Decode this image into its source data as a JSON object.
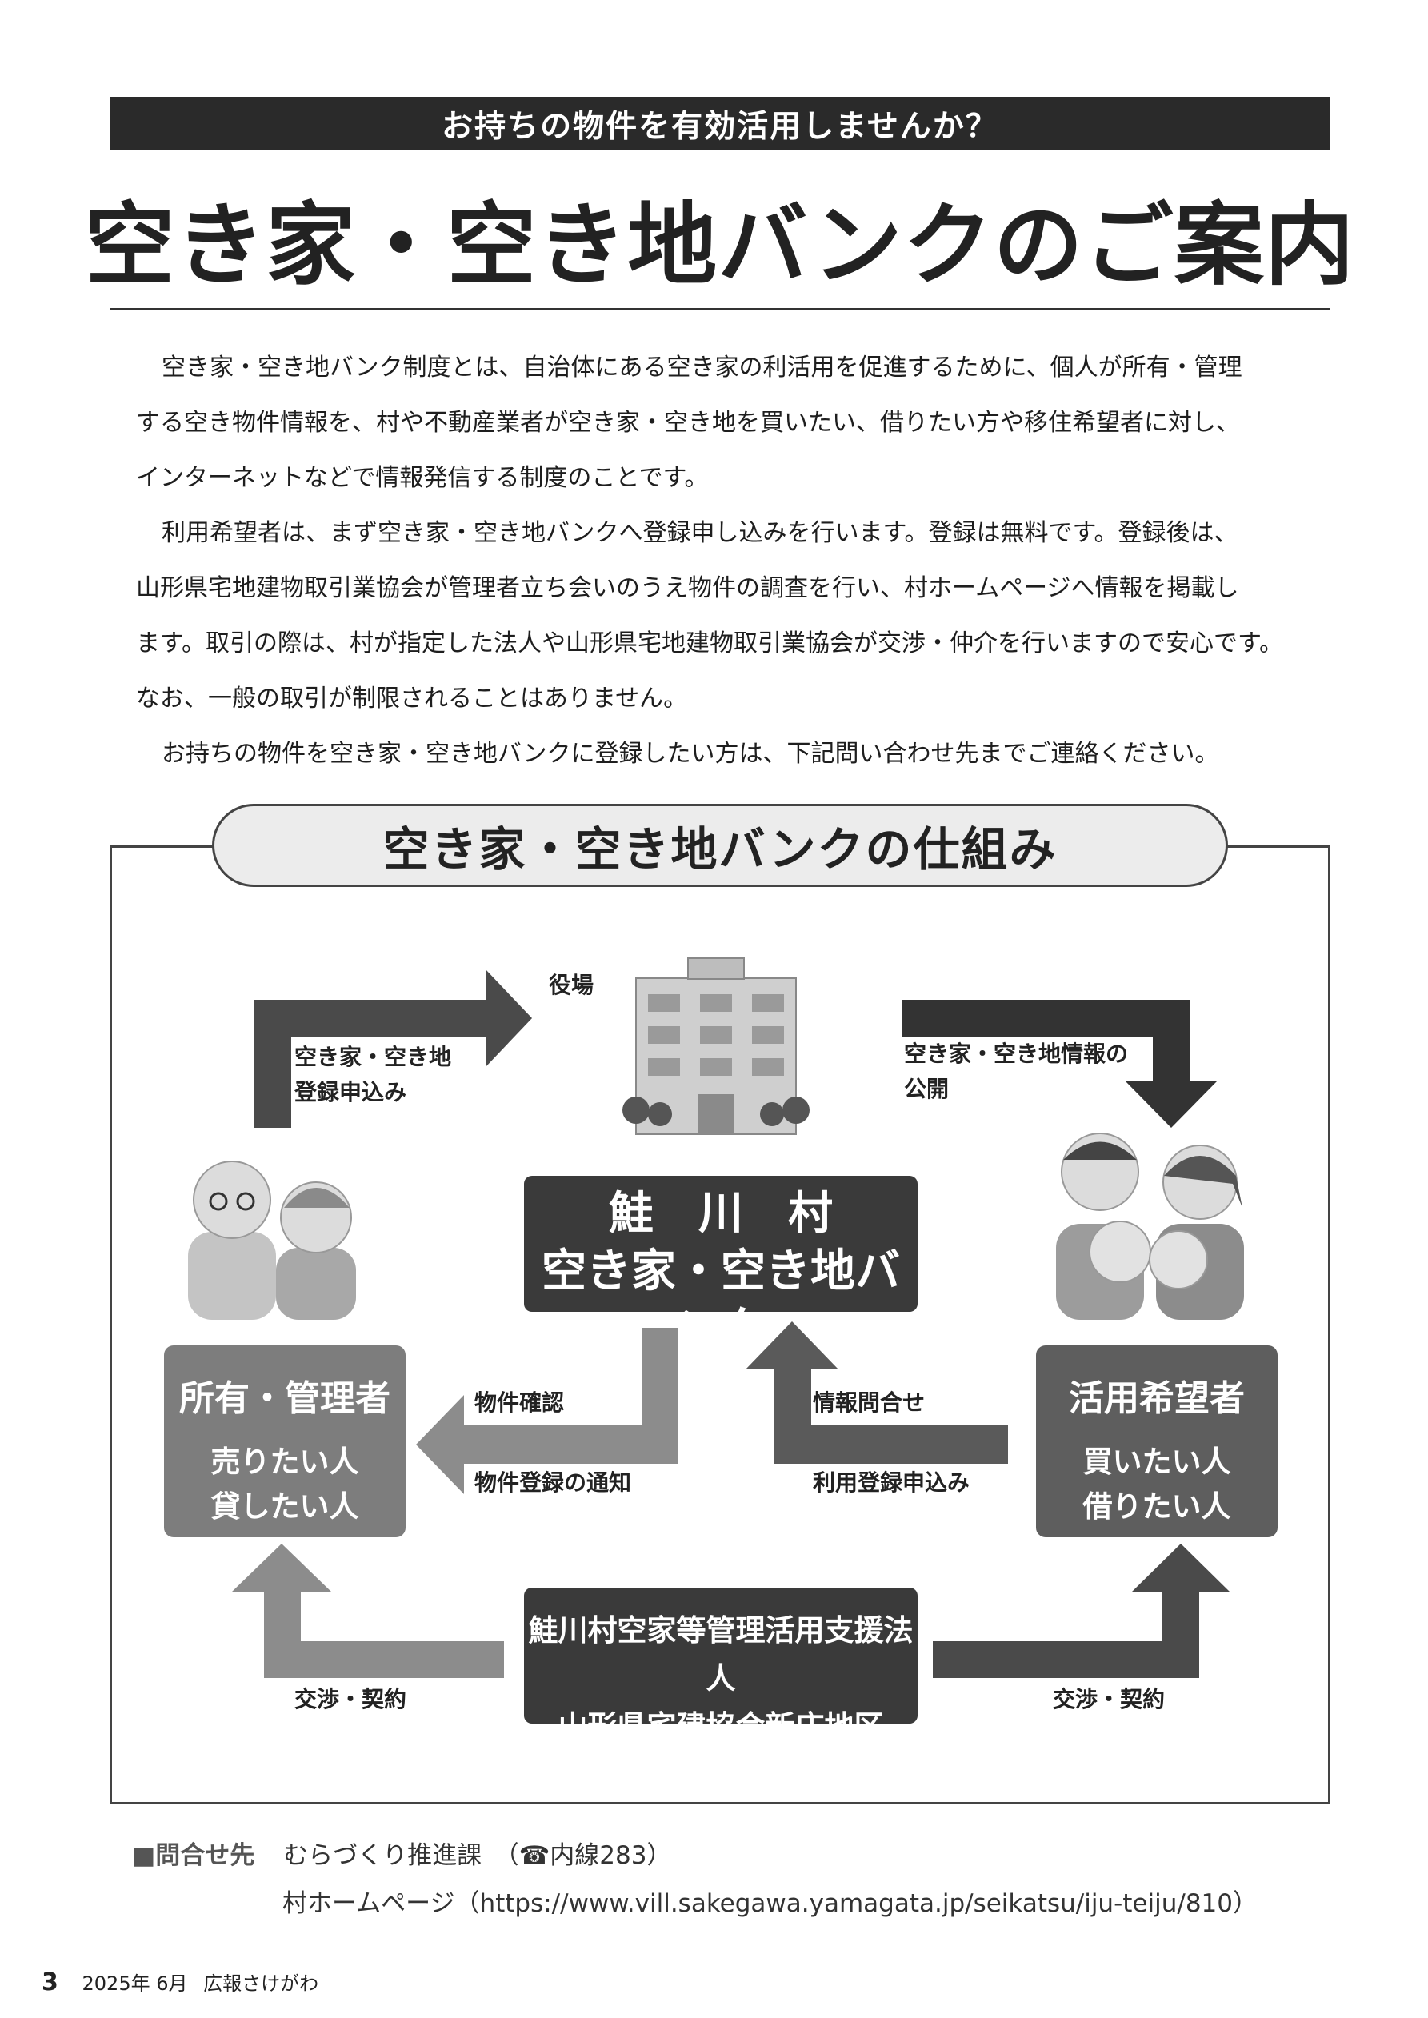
{
  "header": {
    "banner": "お持ちの物件を有効活用しませんか？",
    "title": "空き家・空き地バンクのご案内"
  },
  "intro": {
    "p1_l1": "空き家・空き地バンク制度とは、自治体にある空き家の利活用を促進するために、個人が所有・管理",
    "p1_l2": "する空き物件情報を、村や不動産業者が空き家・空き地を買いたい、借りたい方や移住希望者に対し、",
    "p1_l3": "インターネットなどで情報発信する制度のことです。",
    "p2_l1": "利用希望者は、まず空き家・空き地バンクへ登録申し込みを行います。登録は無料です。登録後は、",
    "p2_l2": "山形県宅地建物取引業協会が管理者立ち会いのうえ物件の調査を行い、村ホームページへ情報を掲載し",
    "p2_l3": "ます。取引の際は、村が指定した法人や山形県宅地建物取引業協会が交渉・仲介を行いますので安心です。",
    "p2_l4": "なお、一般の取引が制限されることはありません。",
    "p3_l1": "お持ちの物件を空き家・空き地バンクに登録したい方は、下記問い合わせ先までご連絡ください。"
  },
  "diagram": {
    "title": "空き家・空き地バンクの仕組み",
    "office_label": "役場",
    "bank": {
      "line1": "鮭　川　村",
      "line2": "空き家・空き地バンク"
    },
    "owner": {
      "title": "所有・管理者",
      "line1": "売りたい人",
      "line2": "貸したい人"
    },
    "user": {
      "title": "活用希望者",
      "line1": "買いたい人",
      "line2": "借りたい人"
    },
    "support": {
      "line1": "鮭川村空家等管理活用支援法人",
      "line2": "山形県宅建協会新庄地区"
    },
    "labels": {
      "register_1": "空き家・空き地",
      "register_2": "登録申込み",
      "publish_1": "空き家・空き地情報の",
      "publish_2": "公開",
      "confirm": "物件確認",
      "notify": "物件登録の通知",
      "inquiry": "情報問合せ",
      "apply": "利用登録申込み",
      "nego_left": "交渉・契約",
      "nego_right": "交渉・契約"
    },
    "colors": {
      "dark_box": "#3a3a3a",
      "mid_box": "#7d7d7d",
      "arrow_dark": "#3a3a3a",
      "arrow_light": "#8c8c8c"
    }
  },
  "contact": {
    "label": "■問合せ先",
    "dept": "むらづくり推進課　（☎内線283）",
    "web": "村ホームページ（https://www.vill.sakegawa.yamagata.jp/seikatsu/iju-teiju/810）"
  },
  "footer": {
    "page": "3",
    "date": "2025年 6月",
    "publication": "広報さけがわ"
  }
}
